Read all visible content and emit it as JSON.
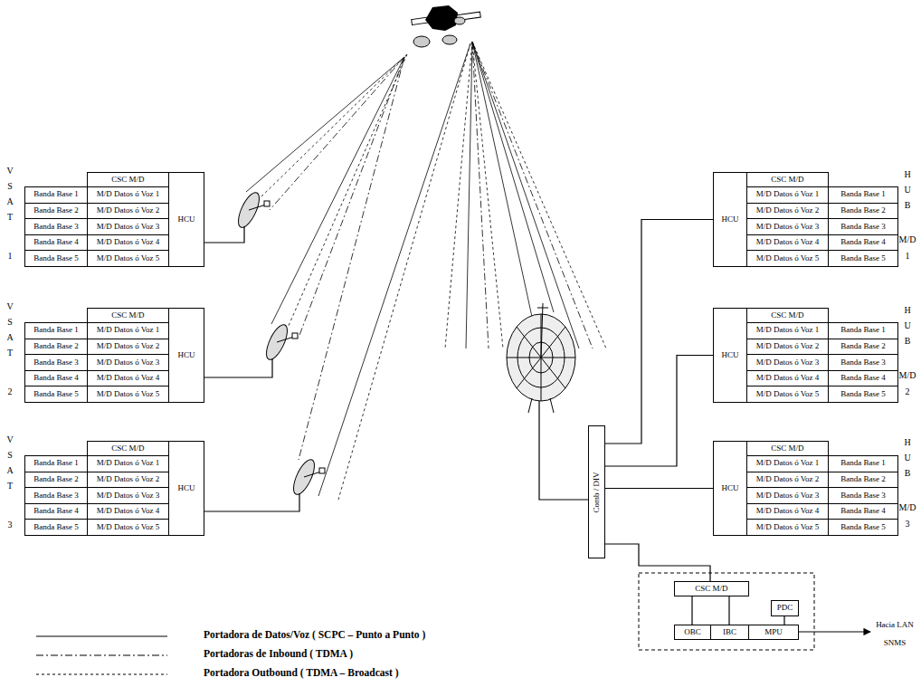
{
  "diagram": {
    "nodes": [
      {
        "text": [
          "CSC M/D"
        ]
      },
      {
        "text": [
          "Banda Base 1"
        ]
      },
      {
        "text": [
          "M/D Datos ó Voz 1"
        ]
      },
      {
        "text": [
          "Banda Base 2"
        ]
      },
      {
        "text": [
          "M/D Datos ó Voz 2"
        ]
      },
      {
        "text": [
          "Banda Base 3"
        ]
      },
      {
        "text": [
          "M/D Datos ó Voz 3"
        ]
      },
      {
        "text": [
          "Banda Base 4"
        ]
      },
      {
        "text": [
          "M/D Datos ó Voz 4"
        ]
      },
      {
        "text": [
          "Banda Base 5"
        ]
      },
      {
        "text": [
          "M/D Datos ó Voz 5"
        ]
      },
      {
        "text": [
          "HCU"
        ]
      },
      {
        "text": [
          "CSC M/D"
        ]
      },
      {
        "text": [
          "Banda Base 1"
        ]
      },
      {
        "text": [
          "M/D Datos ó Voz 1"
        ]
      },
      {
        "text": [
          "Banda Base 2"
        ]
      },
      {
        "text": [
          "M/D Datos ó Voz 2"
        ]
      },
      {
        "text": [
          "Banda Base 3"
        ]
      },
      {
        "text": [
          "M/D Datos ó Voz 3"
        ]
      },
      {
        "text": [
          "Banda Base 4"
        ]
      },
      {
        "text": [
          "M/D Datos ó Voz 4"
        ]
      },
      {
        "text": [
          "Banda Base 5"
        ]
      },
      {
        "text": [
          "M/D Datos ó Voz 5"
        ]
      },
      {
        "text": [
          "HCU"
        ]
      },
      {
        "text": [
          "CSC M/D"
        ]
      },
      {
        "text": [
          "Banda Base 1"
        ]
      },
      {
        "text": [
          "M/D Datos ó Voz 1"
        ]
      },
      {
        "text": [
          "Banda Base 2"
        ]
      },
      {
        "text": [
          "M/D Datos ó Voz 2"
        ]
      },
      {
        "text": [
          "Banda Base 3"
        ]
      },
      {
        "text": [
          "M/D Datos ó Voz 3"
        ]
      },
      {
        "text": [
          "Banda Base 4"
        ]
      },
      {
        "text": [
          "M/D Datos ó Voz 4"
        ]
      },
      {
        "text": [
          "Banda Base 5"
        ]
      },
      {
        "text": [
          "M/D Datos ó Voz 5"
        ]
      },
      {
        "text": [
          "HCU"
        ]
      },
      {
        "text": [
          "CSC M/D"
        ]
      },
      {
        "text": [
          "HCU"
        ]
      },
      {
        "text": [
          "M/D Datos ó Voz 1"
        ]
      },
      {
        "text": [
          "Banda Base 1"
        ]
      },
      {
        "text": [
          "M/D Datos ó Voz 2"
        ]
      },
      {
        "text": [
          "Banda Base 2"
        ]
      },
      {
        "text": [
          "M/D Datos ó Voz 3"
        ]
      },
      {
        "text": [
          "Banda Base 3"
        ]
      },
      {
        "text": [
          "M/D Datos ó Voz 4"
        ]
      },
      {
        "text": [
          "Banda Base 4"
        ]
      },
      {
        "text": [
          "M/D Datos ó Voz 5"
        ]
      },
      {
        "text": [
          "Banda Base 5"
        ]
      },
      {
        "text": [
          "CSC M/D"
        ]
      },
      {
        "text": [
          "HCU"
        ]
      },
      {
        "text": [
          "M/D Datos ó Voz 1"
        ]
      },
      {
        "text": [
          "Banda Base 1"
        ]
      },
      {
        "text": [
          "M/D Datos ó Voz 2"
        ]
      },
      {
        "text": [
          "Banda Base 2"
        ]
      },
      {
        "text": [
          "M/D Datos ó Voz 3"
        ]
      },
      {
        "text": [
          "Banda Base 3"
        ]
      },
      {
        "text": [
          "M/D Datos ó Voz 4"
        ]
      },
      {
        "text": [
          "Banda Base 4"
        ]
      },
      {
        "text": [
          "M/D Datos ó Voz 5"
        ]
      },
      {
        "text": [
          "Banda Base 5"
        ]
      },
      {
        "text": [
          "CSC M/D"
        ]
      },
      {
        "text": [
          "HCU"
        ]
      },
      {
        "text": [
          "M/D Datos ó Voz 1"
        ]
      },
      {
        "text": [
          "Banda Base 1"
        ]
      },
      {
        "text": [
          "M/D Datos ó Voz 2"
        ]
      },
      {
        "text": [
          "Banda Base 2"
        ]
      },
      {
        "text": [
          "M/D Datos ó Voz 3"
        ]
      },
      {
        "text": [
          "Banda Base 3"
        ]
      },
      {
        "text": [
          "M/D Datos ó Voz 4"
        ]
      },
      {
        "text": [
          "Banda Base 4"
        ]
      },
      {
        "text": [
          "M/D Datos ó Voz 5"
        ]
      },
      {
        "text": [
          "Banda Base 5"
        ]
      },
      {
        "text": [
          "Comb / DIV"
        ]
      },
      {
        "text": [
          "CSC M/D"
        ]
      },
      {
        "text": [
          "PDC"
        ]
      },
      {
        "text": [
          "OBC"
        ]
      },
      {
        "text": [
          "IBC"
        ]
      },
      {
        "text": [
          "MPU"
        ]
      }
    ],
    "edges": [
      {
        "from": 72,
        "to": 37,
        "arrow": "none"
      },
      {
        "from": 72,
        "to": 49,
        "arrow": "none"
      },
      {
        "from": 72,
        "to": 61,
        "arrow": "none"
      },
      {
        "from": 72,
        "to": 73,
        "arrow": "none"
      },
      {
        "from": 73,
        "to": 75,
        "arrow": "none"
      },
      {
        "from": 73,
        "to": 76,
        "arrow": "none"
      },
      {
        "from": 74,
        "to": 77,
        "arrow": "none"
      }
    ],
    "labels": [
      "V S A T",
      "1",
      "V S A T",
      "2",
      "V S A T",
      "3",
      "H U B",
      "M/D 1",
      "H U B",
      "M/D 2",
      "H U B",
      "M/D 3",
      "Hacia LAN SNMS"
    ],
    "legend": [
      {
        "text": "Portadora de Datos/Voz ( SCPC – Punto a Punto )"
      },
      {
        "text": "Portadoras de Inbound ( TDMA )"
      },
      {
        "text": "Portadora Outbound ( TDMA – Broadcast )"
      }
    ]
  }
}
